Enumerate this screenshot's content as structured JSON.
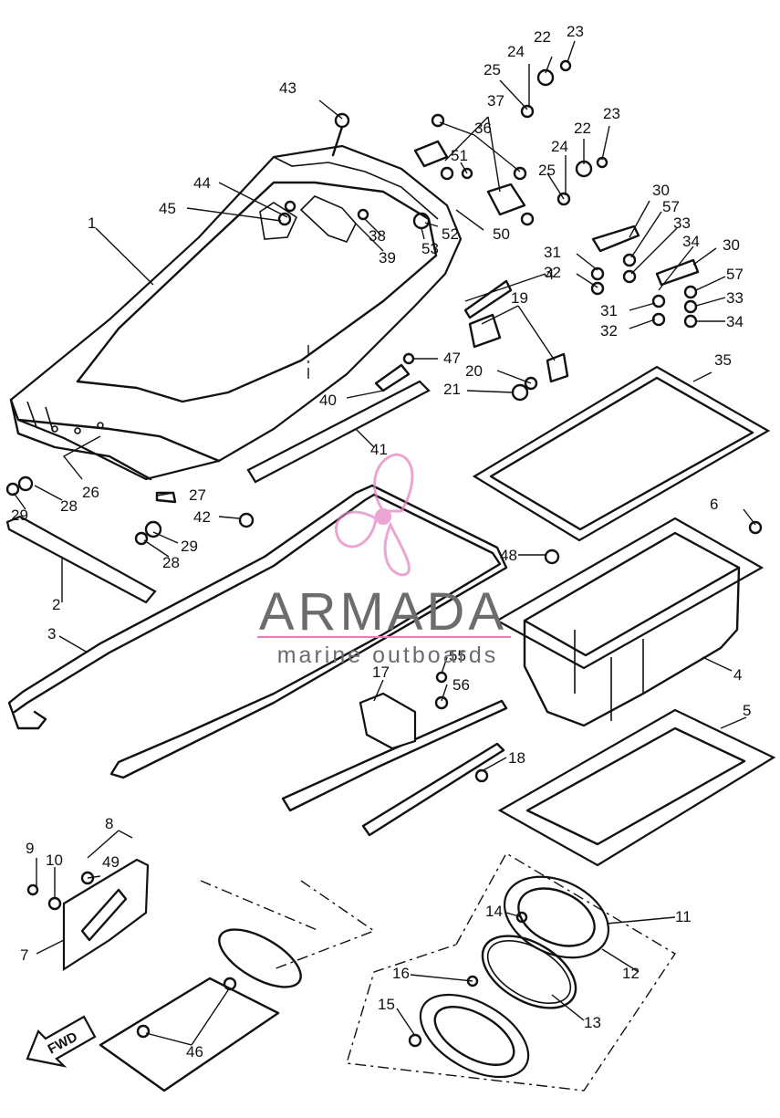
{
  "callouts": [
    {
      "label": "1"
    },
    {
      "label": "2"
    },
    {
      "label": "3"
    },
    {
      "label": "4"
    },
    {
      "label": "4"
    },
    {
      "label": "5"
    },
    {
      "label": "6"
    },
    {
      "label": "7"
    },
    {
      "label": "8"
    },
    {
      "label": "9"
    },
    {
      "label": "10"
    },
    {
      "label": "11"
    },
    {
      "label": "12"
    },
    {
      "label": "13"
    },
    {
      "label": "14"
    },
    {
      "label": "15"
    },
    {
      "label": "16"
    },
    {
      "label": "17"
    },
    {
      "label": "18"
    },
    {
      "label": "19"
    },
    {
      "label": "20"
    },
    {
      "label": "21"
    },
    {
      "label": "22"
    },
    {
      "label": "23"
    },
    {
      "label": "24"
    },
    {
      "label": "25"
    },
    {
      "label": "22"
    },
    {
      "label": "23"
    },
    {
      "label": "24"
    },
    {
      "label": "25"
    },
    {
      "label": "26"
    },
    {
      "label": "27"
    },
    {
      "label": "28"
    },
    {
      "label": "29"
    },
    {
      "label": "28"
    },
    {
      "label": "29"
    },
    {
      "label": "30"
    },
    {
      "label": "57"
    },
    {
      "label": "33"
    },
    {
      "label": "34"
    },
    {
      "label": "30"
    },
    {
      "label": "31"
    },
    {
      "label": "32"
    },
    {
      "label": "57"
    },
    {
      "label": "33"
    },
    {
      "label": "31"
    },
    {
      "label": "32"
    },
    {
      "label": "34"
    },
    {
      "label": "35"
    },
    {
      "label": "36"
    },
    {
      "label": "37"
    },
    {
      "label": "38"
    },
    {
      "label": "39"
    },
    {
      "label": "40"
    },
    {
      "label": "41"
    },
    {
      "label": "42"
    },
    {
      "label": "43"
    },
    {
      "label": "44"
    },
    {
      "label": "45"
    },
    {
      "label": "46"
    },
    {
      "label": "47"
    },
    {
      "label": "48"
    },
    {
      "label": "49"
    },
    {
      "label": "50"
    },
    {
      "label": "51"
    },
    {
      "label": "52"
    },
    {
      "label": "53"
    },
    {
      "label": "55"
    },
    {
      "label": "56"
    }
  ],
  "watermark": {
    "brand": "ARMADA",
    "tagline": "marine outboards",
    "brand_color": "#e37fbf",
    "text_color": "#6c6c6c"
  },
  "direction_arrow": {
    "label": "FWD"
  }
}
